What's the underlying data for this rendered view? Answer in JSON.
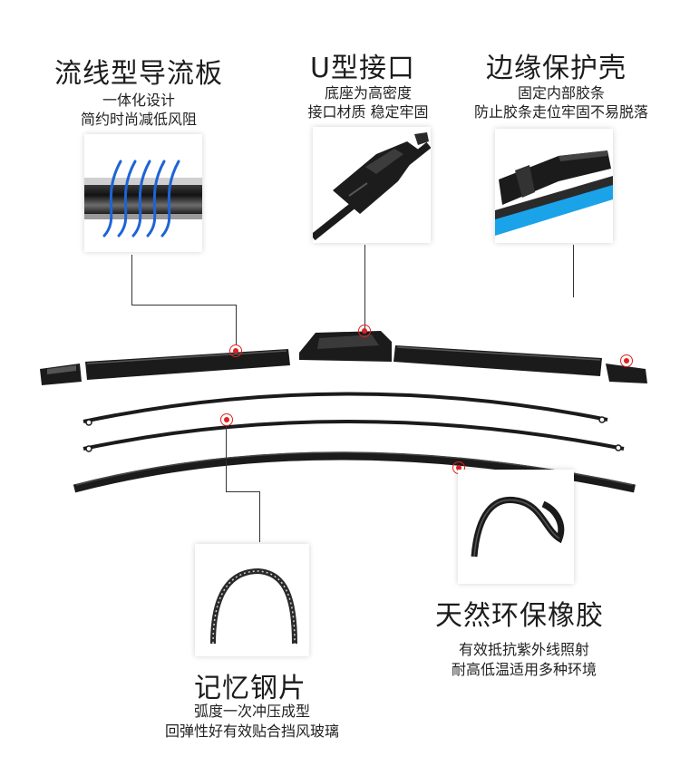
{
  "callouts": {
    "spoiler": {
      "title": "流线型导流板",
      "lines": [
        "一体化设计",
        "简约时尚减低风阻"
      ]
    },
    "connector": {
      "title": "U型接口",
      "lines": [
        "底座为高密度",
        "接口材质 稳定牢固"
      ]
    },
    "edge_shell": {
      "title": "边缘保护壳",
      "lines": [
        "固定内部胶条",
        "防止胶条走位牢固不易脱落"
      ]
    },
    "steel": {
      "title": "记忆钢片",
      "lines": [
        "弧度一次冲压成型",
        "回弹性好有效贴合挡风玻璃"
      ]
    },
    "rubber": {
      "title": "天然环保橡胶",
      "lines": [
        "有效抵抗紫外线照射",
        "耐高低温适用多种环境"
      ]
    }
  },
  "colors": {
    "marker_red": "#e02020",
    "blade_black": "#1b1b1b",
    "airflow_blue": "#1d64d6",
    "rubber_blue": "#1aa3e8"
  }
}
